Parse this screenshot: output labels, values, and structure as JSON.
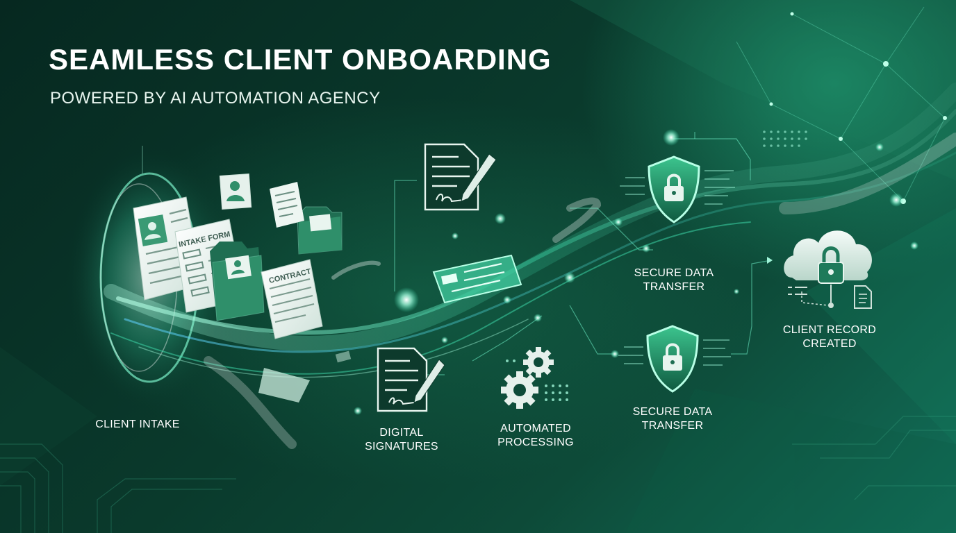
{
  "title": "SEAMLESS CLIENT ONBOARDING",
  "subtitle": "POWERED BY AI AUTOMATION AGENCY",
  "documents": {
    "intake_form": "INTAKE FORM",
    "contract": "CONTRACT"
  },
  "steps": {
    "client_intake": {
      "line1": "CLIENT INTAKE"
    },
    "digital_signatures": {
      "line1": "DIGITAL",
      "line2": "SIGNATURES"
    },
    "automated_processing": {
      "line1": "AUTOMATED",
      "line2": "PROCESSING"
    },
    "secure_transfer_top": {
      "line1": "SECURE DATA",
      "line2": "TRANSFER"
    },
    "secure_transfer_bottom": {
      "line1": "SECURE DATA",
      "line2": "TRANSFER"
    },
    "client_record": {
      "line1": "CLIENT RECORD",
      "line2": "CREATED"
    }
  },
  "colors": {
    "accent": "#3fe0b0",
    "glow": "#9ff5d8",
    "folder": "#2f8f6a",
    "shield": "#1f8a64"
  },
  "icons": [
    "document-icon",
    "profile-card-icon",
    "folder-icon",
    "signature-document-icon",
    "pen-icon",
    "shield-lock-icon",
    "gears-icon",
    "cloud-lock-icon"
  ]
}
